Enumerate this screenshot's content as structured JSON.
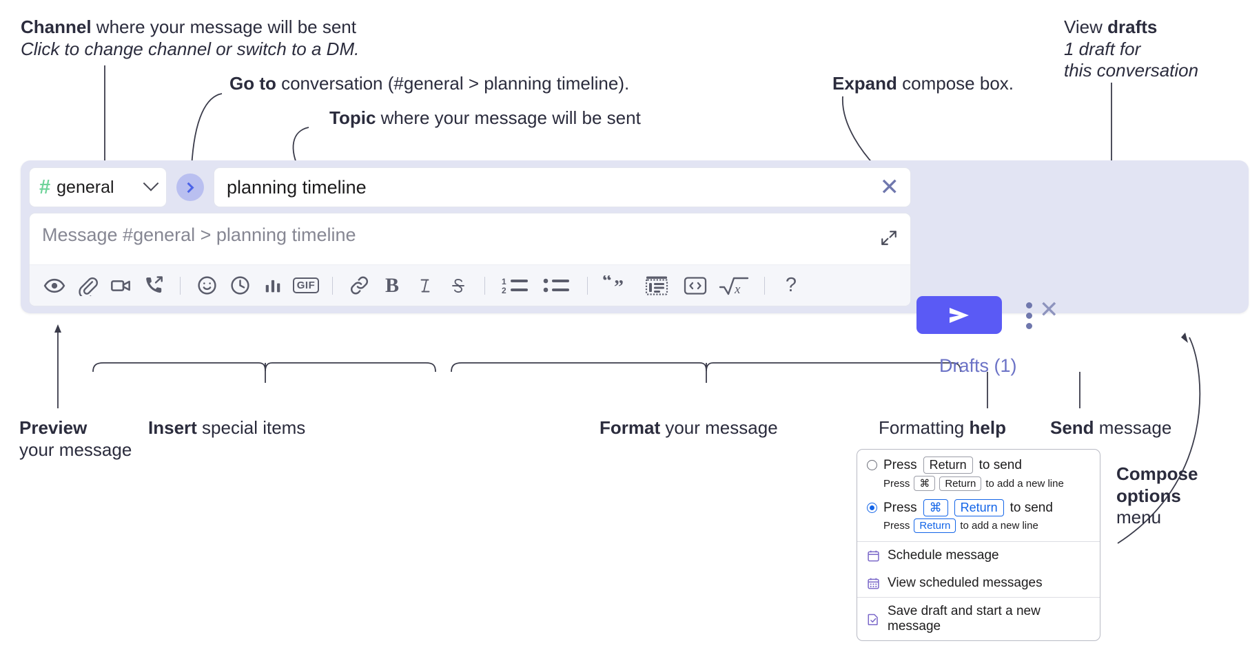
{
  "annotations": {
    "channel": {
      "bold": "Channel",
      "rest": " where your message will be sent",
      "italic": "Click to change channel or switch to a DM."
    },
    "goto": {
      "bold": "Go to",
      "rest": " conversation (#general > planning timeline)."
    },
    "topic": {
      "bold": "Topic",
      "rest": " where your message will be sent"
    },
    "expand": {
      "bold": "Expand",
      "rest": " compose box."
    },
    "drafts": {
      "bold_lead": "View ",
      "bold": "drafts",
      "italic_l1": "1 draft for",
      "italic_l2": "this conversation"
    },
    "preview": {
      "bold": "Preview",
      "rest": "your message"
    },
    "insert": {
      "bold": "Insert",
      "rest": " special items"
    },
    "format": {
      "bold": "Format",
      "rest": " your message"
    },
    "formatting_help": {
      "lead": "Formatting ",
      "bold": "help"
    },
    "send": {
      "bold": "Send",
      "rest": " message"
    },
    "compose_options": {
      "bold_l1": "Compose",
      "bold_l2": "options",
      "rest": "menu"
    }
  },
  "compose": {
    "channel_name": "general",
    "hash_symbol": "#",
    "topic_value": "planning timeline",
    "message_placeholder": "Message #general > planning timeline",
    "drafts_label": "Drafts (1)",
    "toolbar_insert": [
      {
        "name": "preview-icon",
        "label": "Preview"
      },
      {
        "name": "attachment-icon",
        "label": "Attach file"
      },
      {
        "name": "video-icon",
        "label": "Record video clip"
      },
      {
        "name": "audio-call-icon",
        "label": "Record audio clip"
      },
      {
        "name": "emoji-icon",
        "label": "Emoji"
      },
      {
        "name": "clock-icon",
        "label": "Reminder"
      },
      {
        "name": "poll-icon",
        "label": "Poll"
      },
      {
        "name": "gif-icon",
        "label": "GIF"
      }
    ],
    "toolbar_format": [
      {
        "name": "link-icon",
        "label": "Link"
      },
      {
        "name": "bold-icon",
        "label": "B"
      },
      {
        "name": "italic-icon",
        "label": "I"
      },
      {
        "name": "strikethrough-icon",
        "label": "S"
      },
      {
        "name": "ordered-list-icon",
        "label": "Ordered list"
      },
      {
        "name": "bulleted-list-icon",
        "label": "Bulleted list"
      },
      {
        "name": "blockquote-icon",
        "label": "Blockquote"
      },
      {
        "name": "code-block-icon",
        "label": "Code block"
      },
      {
        "name": "inline-code-icon",
        "label": "Code"
      },
      {
        "name": "math-icon",
        "label": "Math"
      }
    ],
    "help_label": "?"
  },
  "options_menu": {
    "option_1": {
      "selected": false,
      "press": "Press",
      "key": "Return",
      "to_send": "to send",
      "sub_press": "Press",
      "sub_key_1": "⌘",
      "sub_key_2": "Return",
      "sub_tail": "to add a new line"
    },
    "option_2": {
      "selected": true,
      "press": "Press",
      "key_1": "⌘",
      "key_2": "Return",
      "to_send": "to send",
      "sub_press": "Press",
      "sub_key": "Return",
      "sub_tail": "to add a new line"
    },
    "items": [
      {
        "name": "schedule-message",
        "label": "Schedule message",
        "icon": "calendar-icon"
      },
      {
        "name": "view-scheduled-messages",
        "label": "View scheduled messages",
        "icon": "calendar-grid-icon"
      },
      {
        "name": "save-draft",
        "label": "Save draft and start a new message",
        "icon": "draft-check-icon"
      }
    ]
  },
  "colors": {
    "panel_bg": "#e2e4f3",
    "send_button": "#5a5af5",
    "accent_purple": "#6b72c6",
    "hash_green": "#6fd39a",
    "key_blue": "#1264e8",
    "icon_gray": "#5a5c6b"
  }
}
